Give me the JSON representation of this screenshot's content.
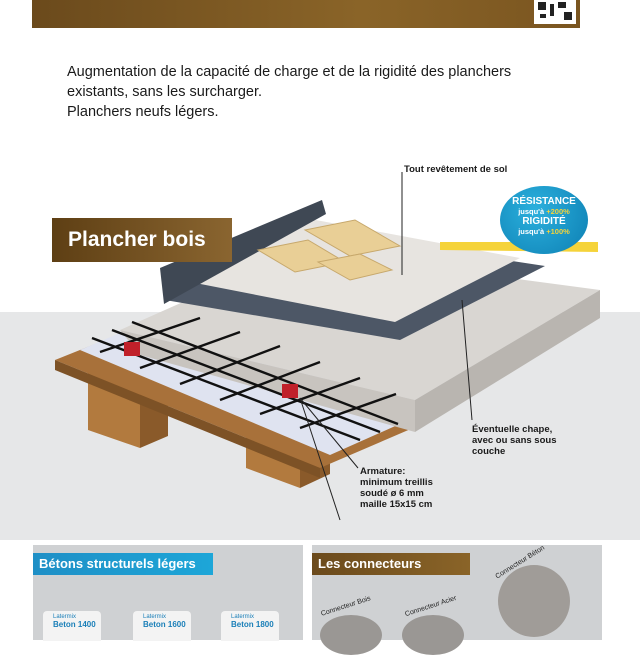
{
  "intro": {
    "line1": "Augmentation de la capacité de charge et de la rigidité des planchers",
    "line2": "existants, sans les surcharger.",
    "line3": "Planchers neufs légers."
  },
  "banner": {
    "title": "Plancher bois"
  },
  "badge": {
    "resistance": "RÉSISTANCE",
    "resistance_sub": "jusqu'à",
    "resistance_pct": "+200%",
    "rigidite": "RIGIDITÉ",
    "rigidite_sub": "jusqu'à",
    "rigidite_pct": "+100%"
  },
  "labels": {
    "revetement": "Tout revêtement de sol",
    "chape": [
      "Éventuelle chape,",
      "avec ou sans sous",
      "couche"
    ],
    "armature": [
      "Armature:",
      "minimum treillis",
      "soudé ø 6 mm",
      "maille 15x15 cm"
    ]
  },
  "panels": {
    "betons": {
      "title": "Bétons structurels légers",
      "bags": [
        {
          "brand": "Latermix",
          "name": "Beton 1400"
        },
        {
          "brand": "Latermix",
          "name": "Beton 1600"
        },
        {
          "brand": "Latermix",
          "name": "Beton 1800"
        }
      ]
    },
    "connecteurs": {
      "title": "Les connecteurs",
      "items": [
        "Connecteur Bois",
        "Connecteur Acier",
        "Connecteur Béton"
      ]
    }
  },
  "colors": {
    "brown": "#7a5520",
    "blue": "#1a9ad0",
    "yellow": "#f5d33a",
    "panel_grey": "#cfd1d3"
  }
}
